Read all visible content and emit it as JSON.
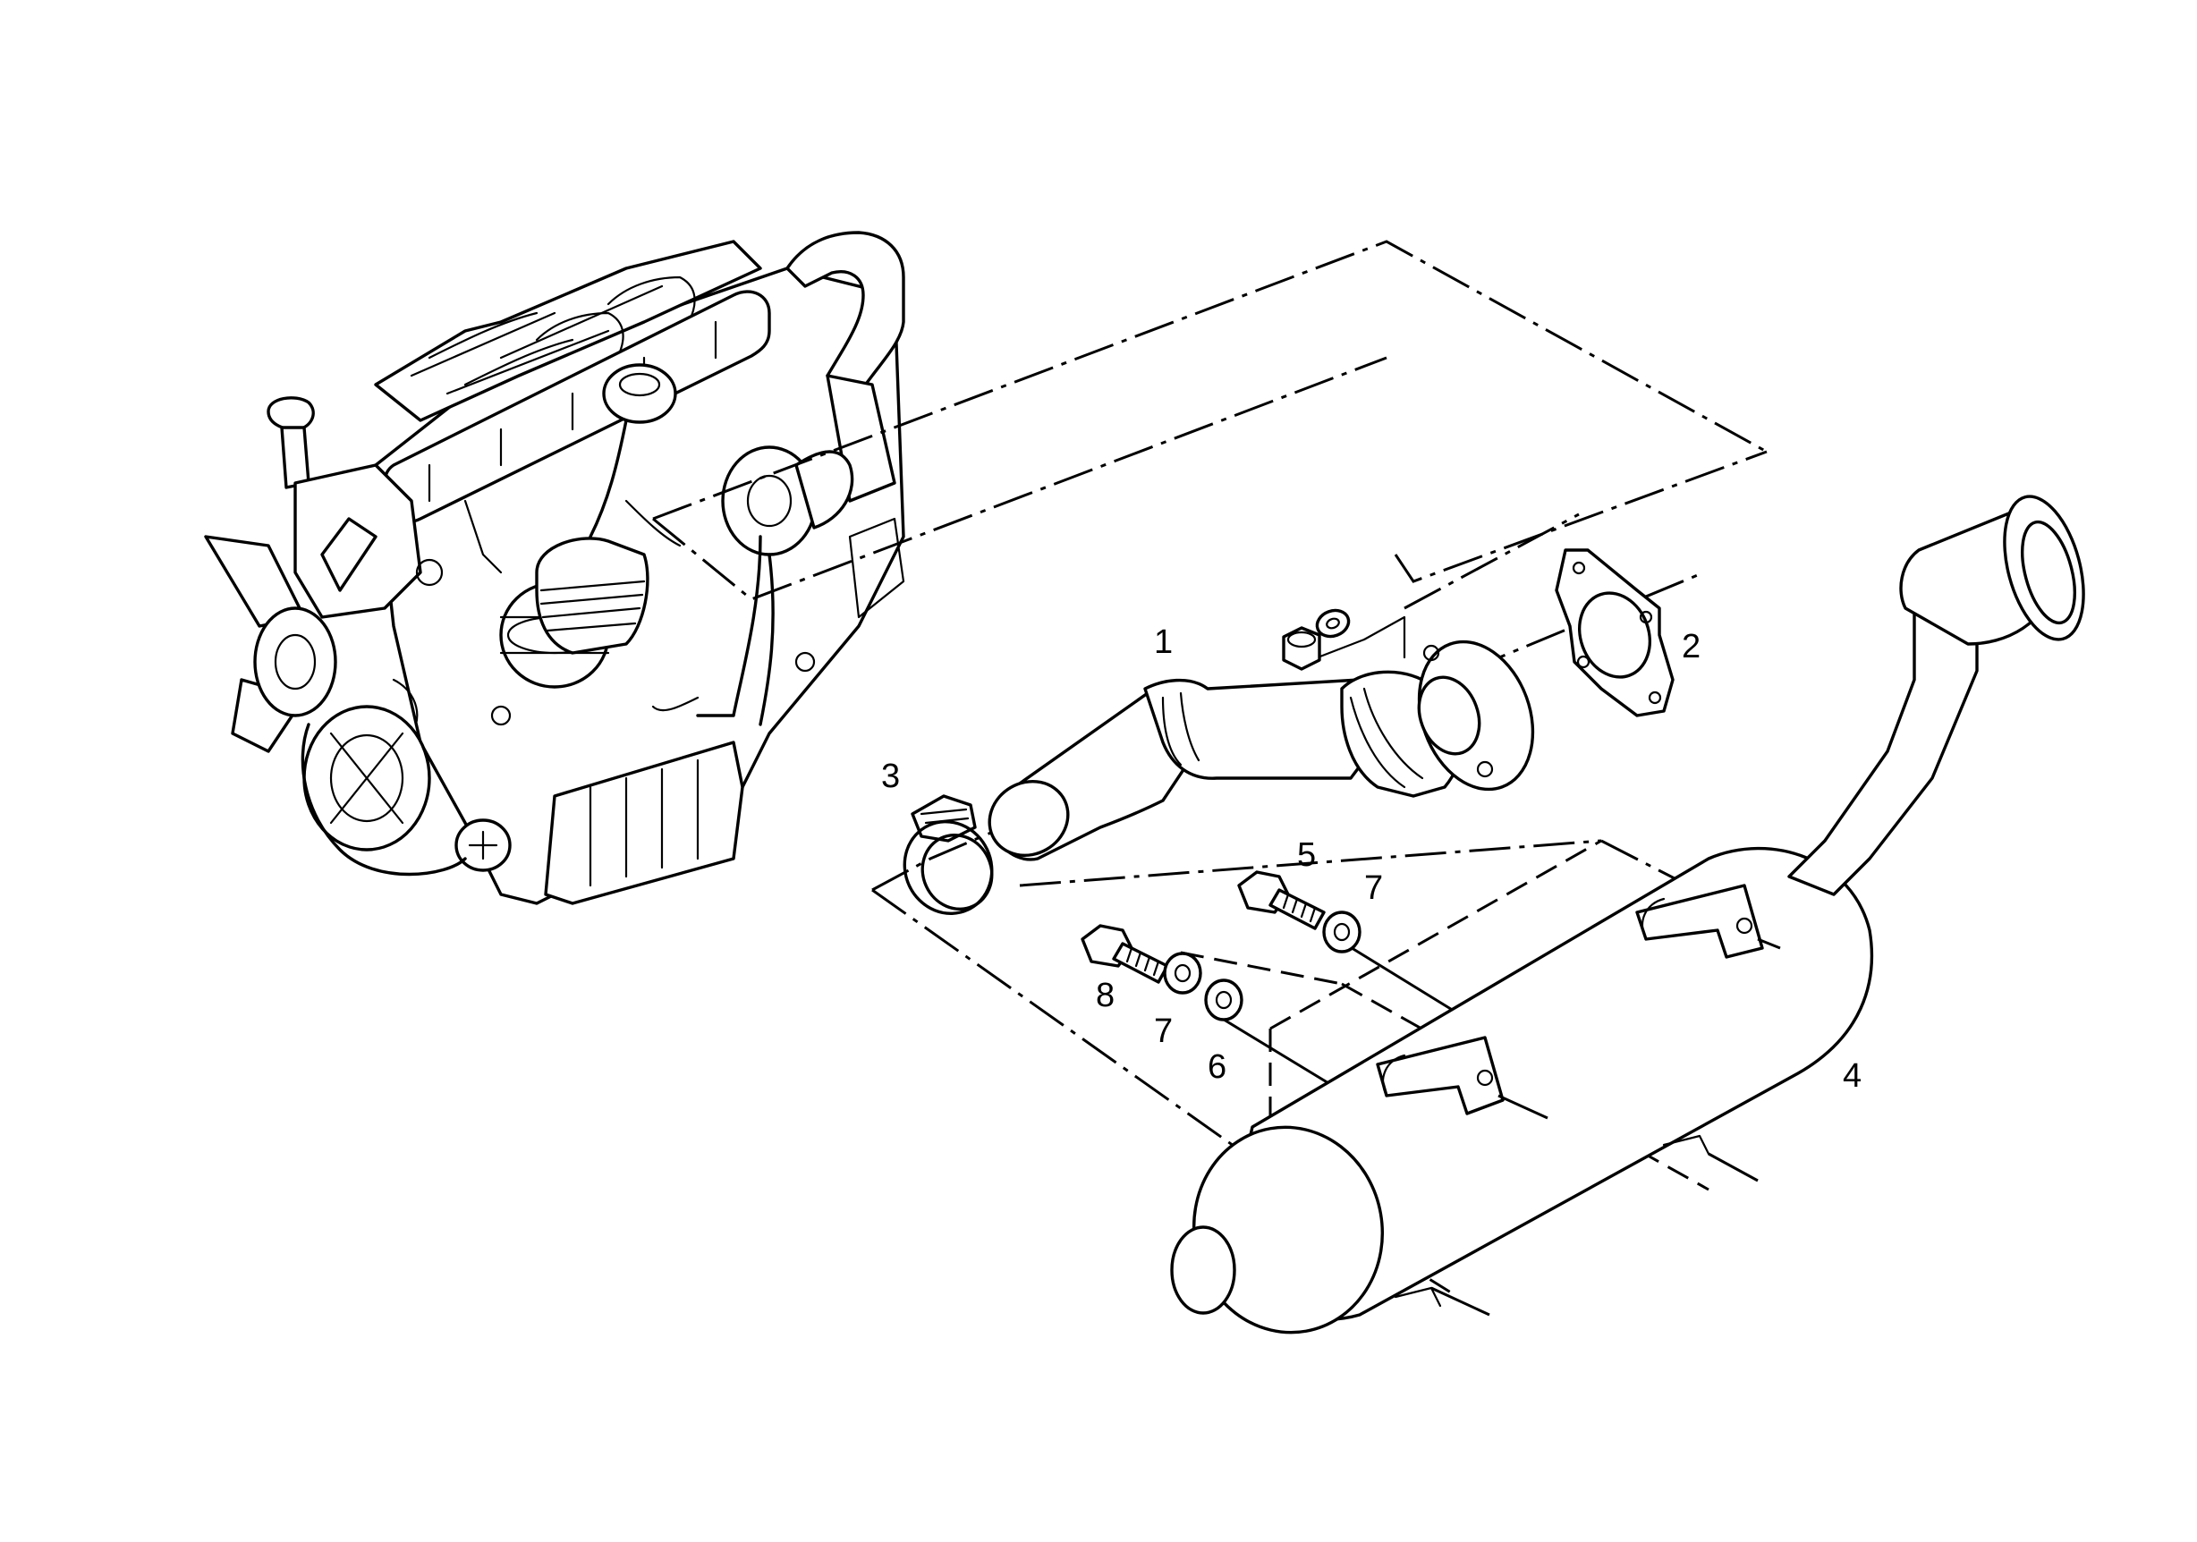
{
  "callouts": [
    "1",
    "2",
    "3",
    "4",
    "5",
    "7",
    "8",
    "7",
    "6"
  ],
  "icons": {
    "engine": "engine-assembly-icon",
    "exhaust_pipe": "exhaust-pipe-icon",
    "gasket": "flange-gasket-icon",
    "clamp": "hose-clamp-icon",
    "muffler": "muffler-icon",
    "bolt": "hex-bolt-icon",
    "washer": "washer-icon",
    "nut": "hex-nut-icon"
  },
  "colors": {
    "line": "#000000",
    "background": "#ffffff"
  }
}
